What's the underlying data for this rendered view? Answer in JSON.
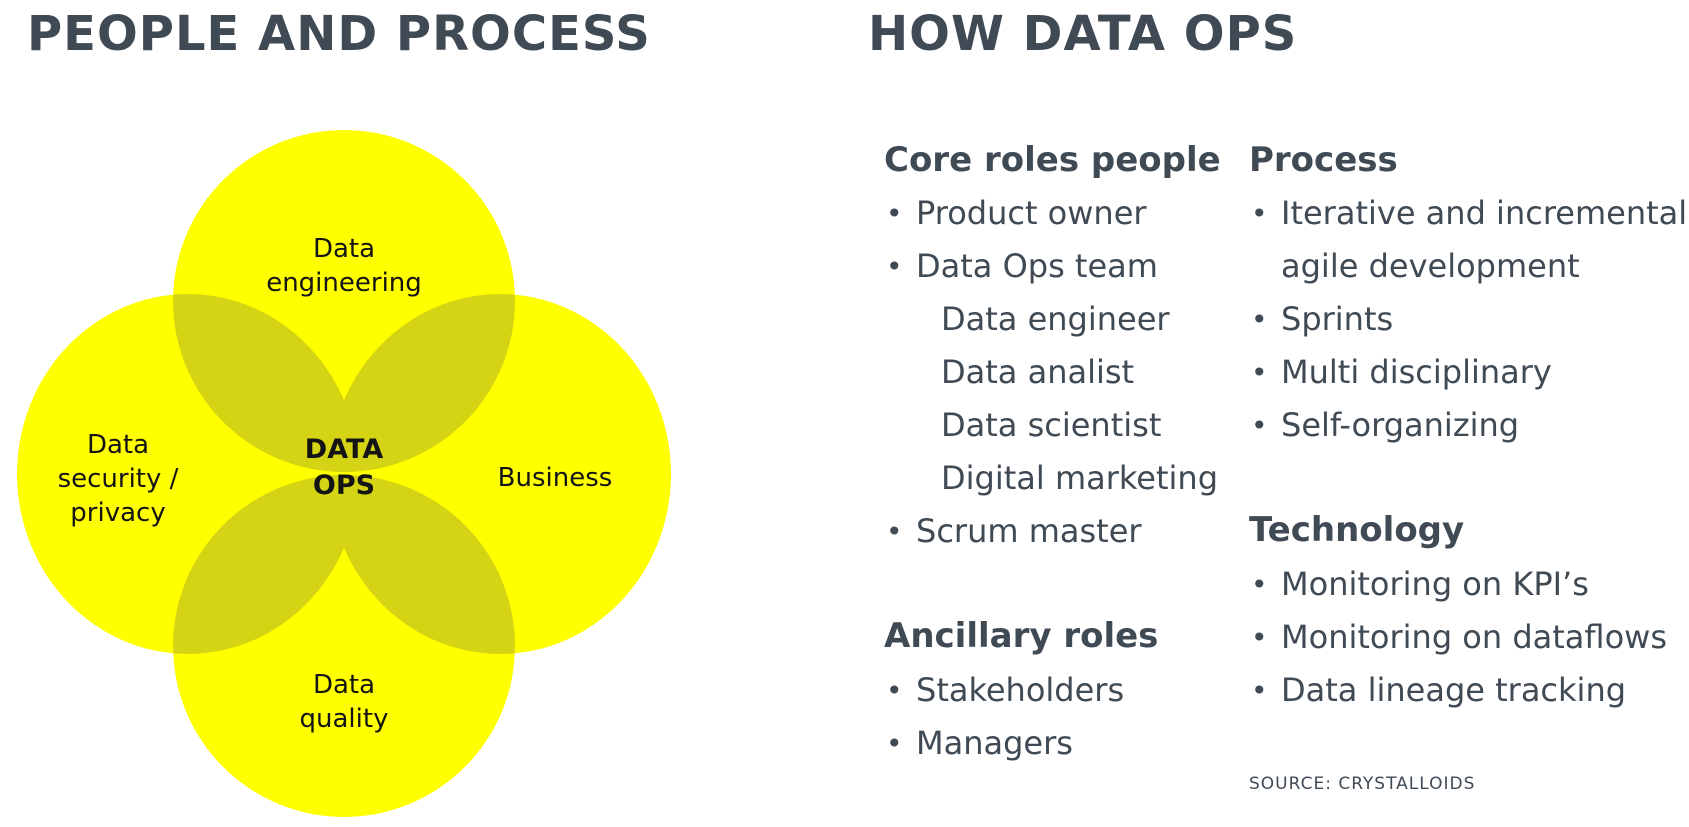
{
  "titles": {
    "left": "PEOPLE AND PROCESS",
    "right": "HOW DATA OPS"
  },
  "venn": {
    "top": "Data\nengineering",
    "left": "Data\nsecurity /\nprivacy",
    "right": "Business",
    "bottom": "Data\nquality",
    "center": "DATA\nOPS",
    "colors": {
      "circle": "#ffff00",
      "overlap": "#d4d414",
      "text": "#141414"
    }
  },
  "core_roles": {
    "title": "Core roles people",
    "items": [
      {
        "text": "Product owner",
        "bullet": true
      },
      {
        "text": "Data Ops team",
        "bullet": true
      },
      {
        "text": "Data engineer",
        "bullet": false
      },
      {
        "text": "Data analist",
        "bullet": false
      },
      {
        "text": "Data scientist",
        "bullet": false
      },
      {
        "text": "Digital marketing",
        "bullet": false
      },
      {
        "text": "Scrum master",
        "bullet": true
      }
    ]
  },
  "ancillary_roles": {
    "title": "Ancillary roles",
    "items": [
      "Stakeholders",
      "Managers"
    ]
  },
  "process": {
    "title": "Process",
    "items": [
      {
        "text": "Iterative and incremental",
        "bullet": true
      },
      {
        "text": "agile development",
        "bullet": false
      },
      {
        "text": "Sprints",
        "bullet": true
      },
      {
        "text": "Multi disciplinary",
        "bullet": true
      },
      {
        "text": "Self-organizing",
        "bullet": true
      }
    ]
  },
  "technology": {
    "title": "Technology",
    "items": [
      "Monitoring on KPI’s",
      "Monitoring on dataflows",
      "Data lineage tracking"
    ]
  },
  "source": "SOURCE: CRYSTALLOIDS",
  "colors": {
    "text": "#3f4a55",
    "background": "#ffffff"
  }
}
